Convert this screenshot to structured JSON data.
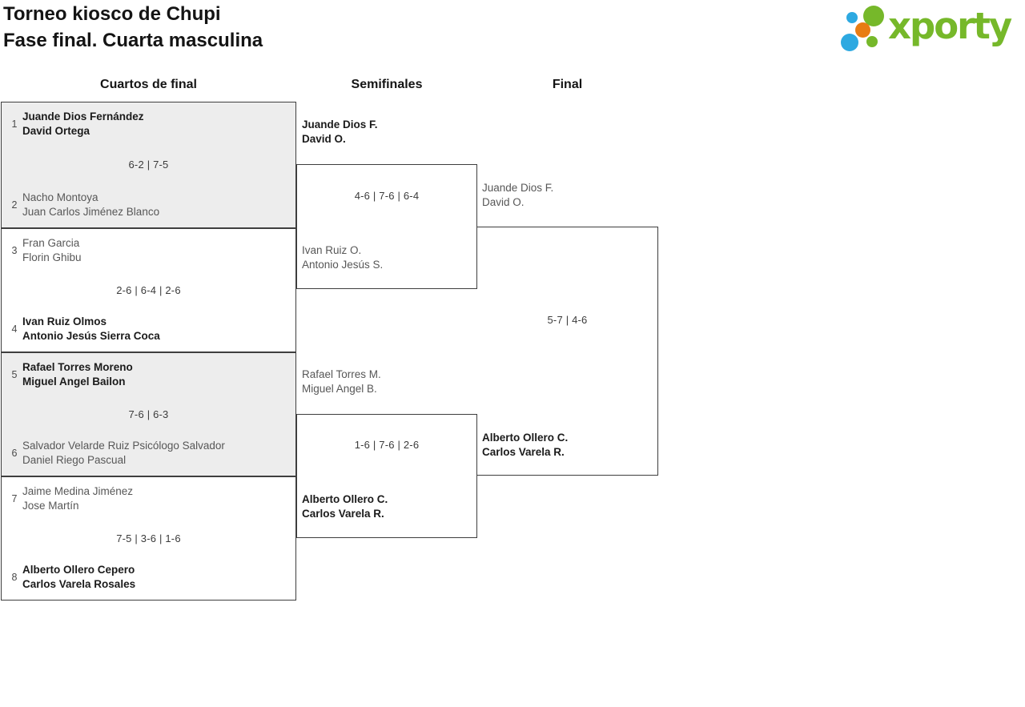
{
  "page": {
    "title_line1": "Torneo kiosco de Chupi",
    "title_line2": "Fase final. Cuarta masculina"
  },
  "logo": {
    "text": "xporty"
  },
  "round_headers": {
    "quarterfinals": "Cuartos de final",
    "semifinals": "Semifinales",
    "final": "Final"
  },
  "colors": {
    "logo_green": "#76b82a",
    "logo_blue": "#2da9e1",
    "logo_orange": "#e87c12",
    "shaded_box_bg": "#ededed",
    "box_border": "#3e3e3e",
    "winner_text": "#1b1b1b",
    "loser_text": "#575757"
  },
  "bracket": {
    "quarterfinals": [
      {
        "seed_a": "1",
        "team_a_line1": "Juande Dios Fernández",
        "team_a_line2": "David Ortega",
        "score": "6-2 | 7-5",
        "seed_b": "2",
        "team_b_line1": "Nacho Montoya",
        "team_b_line2": "Juan Carlos Jiménez Blanco"
      },
      {
        "seed_a": "3",
        "team_a_line1": "Fran Garcia",
        "team_a_line2": "Florin Ghibu",
        "score": "2-6 | 6-4 | 2-6",
        "seed_b": "4",
        "team_b_line1": "Ivan Ruiz Olmos",
        "team_b_line2": "Antonio Jesús Sierra Coca"
      },
      {
        "seed_a": "5",
        "team_a_line1": "Rafael Torres Moreno",
        "team_a_line2": "Miguel Angel Bailon",
        "score": "7-6 | 6-3",
        "seed_b": "6",
        "team_b_line1": "Salvador Velarde Ruiz Psicólogo Salvador",
        "team_b_line2": "Daniel Riego Pascual"
      },
      {
        "seed_a": "7",
        "team_a_line1": "Jaime Medina Jiménez",
        "team_a_line2": "Jose Martín",
        "score": "7-5 | 3-6 | 1-6",
        "seed_b": "8",
        "team_b_line1": "Alberto Ollero Cepero",
        "team_b_line2": "Carlos Varela Rosales"
      }
    ],
    "semifinals": [
      {
        "team_a_line1": "Juande Dios F.",
        "team_a_line2": "David O.",
        "score": "4-6 | 7-6 | 6-4",
        "team_b_line1": "Ivan Ruiz O.",
        "team_b_line2": "Antonio Jesús S."
      },
      {
        "team_a_line1": "Rafael Torres M.",
        "team_a_line2": "Miguel Angel B.",
        "score": "1-6 | 7-6 | 2-6",
        "team_b_line1": "Alberto Ollero C.",
        "team_b_line2": "Carlos Varela R."
      }
    ],
    "final": {
      "team_a_line1": "Juande Dios F.",
      "team_a_line2": "David O.",
      "score": "5-7 | 4-6",
      "team_b_line1": "Alberto Ollero C.",
      "team_b_line2": "Carlos Varela R."
    }
  }
}
